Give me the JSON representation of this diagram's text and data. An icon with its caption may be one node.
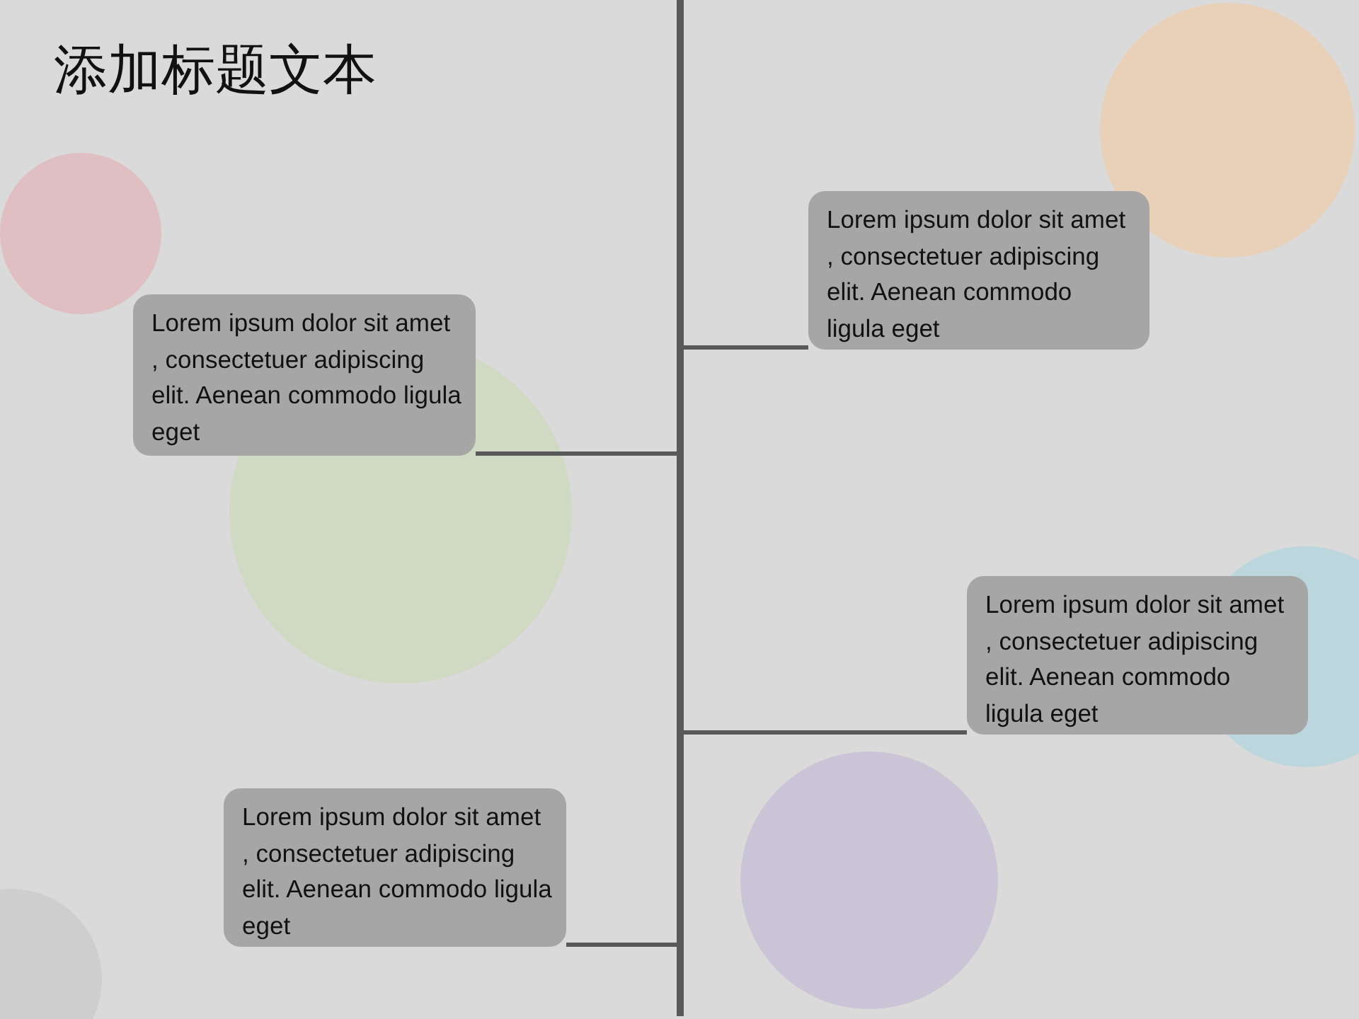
{
  "diagram": {
    "title": "添加标题文本",
    "nodes": [
      {
        "text": [],
        "shape": "bar"
      },
      {
        "text": [
          "Lorem ipsum dolor sit amet , consectetuer adipiscing elit. Aenean commodo ligula eget"
        ]
      },
      {
        "text": [
          "Lorem ipsum dolor sit amet , consectetuer adipiscing elit. Aenean commodo ligula eget"
        ]
      },
      {
        "text": [
          "Lorem ipsum dolor sit amet , consectetuer adipiscing elit. Aenean commodo ligula eget"
        ]
      },
      {
        "text": [
          "Lorem ipsum dolor sit amet , consectetuer adipiscing elit. Aenean commodo ligula eget"
        ]
      }
    ],
    "edges": [
      {
        "from": 1,
        "to": 0,
        "arrow": "none"
      },
      {
        "from": 2,
        "to": 0,
        "arrow": "none"
      },
      {
        "from": 3,
        "to": 0,
        "arrow": "none"
      },
      {
        "from": 4,
        "to": 0,
        "arrow": "none"
      }
    ]
  }
}
